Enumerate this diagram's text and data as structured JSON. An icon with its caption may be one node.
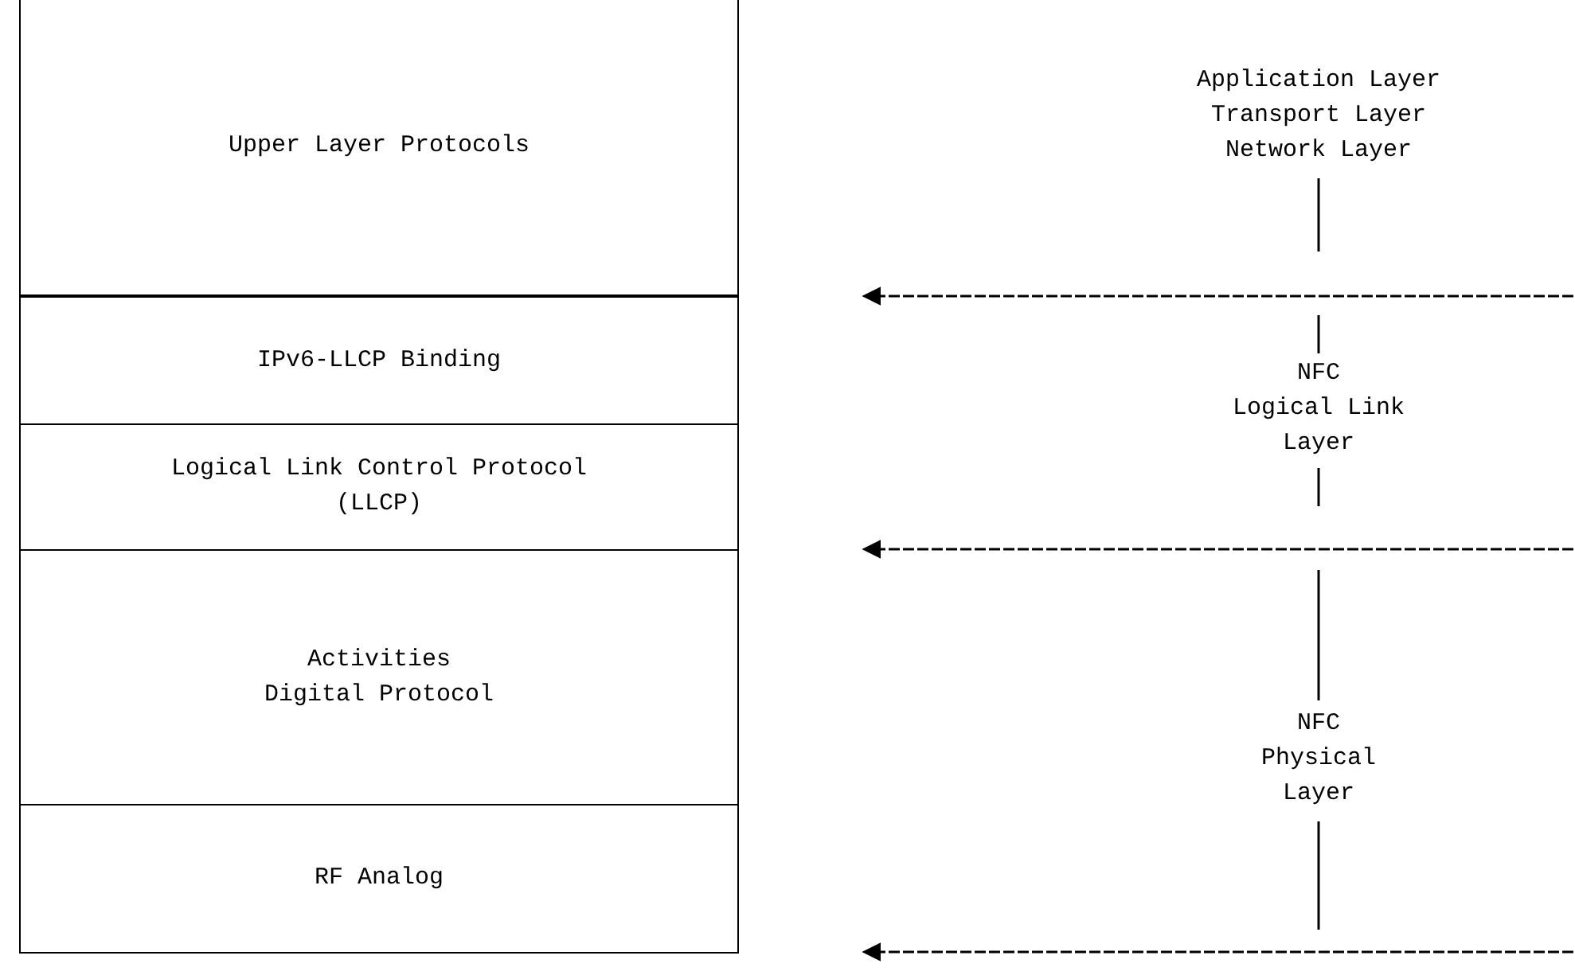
{
  "diagram": {
    "nodes": [
      {
        "text": [
          "Upper Layer Protocols"
        ]
      },
      {
        "text": [
          "IPv6-LLCP Binding"
        ]
      },
      {
        "text": [
          "Logical Link Control Protocol (LLCP)"
        ]
      },
      {
        "text": [
          "Activities Digital Protocol"
        ]
      },
      {
        "text": [
          "RF Analog"
        ]
      }
    ],
    "labels": [
      "Application Layer",
      "Transport Layer",
      "Network Layer",
      "NFC",
      "Logical Link Layer",
      "NFC",
      "Physical Layer"
    ]
  }
}
